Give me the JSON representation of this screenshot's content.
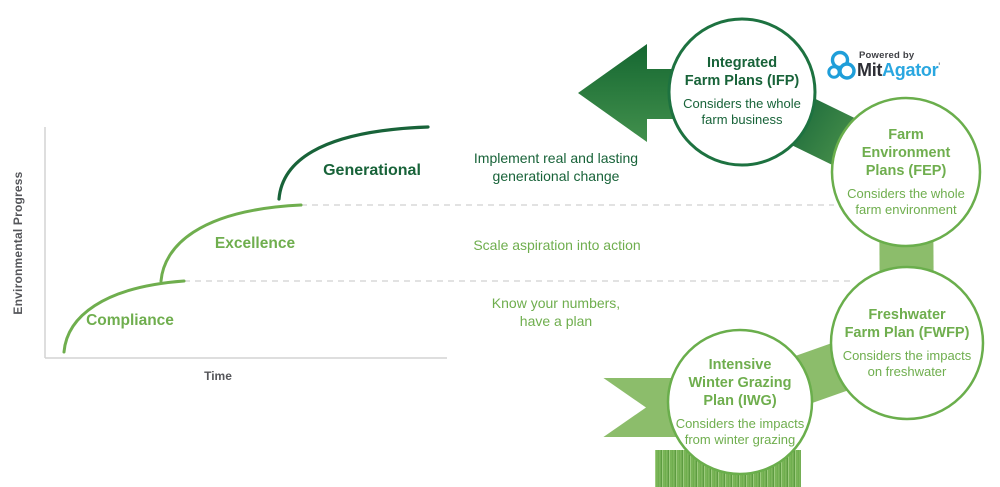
{
  "chart": {
    "y_axis_label": "Environmental Progress",
    "x_axis_label": "Time",
    "stages": {
      "compliance": "Compliance",
      "excellence": "Excellence",
      "generational": "Generational"
    },
    "curve_colors": {
      "compliance": "#6fae4e",
      "excellence": "#6fae4e",
      "generational": "#186339"
    }
  },
  "annotations": {
    "generational": {
      "line1": "Implement real and lasting",
      "line2": "generational change"
    },
    "excellence": {
      "line1": "Scale aspiration into action"
    },
    "compliance": {
      "line1": "Know your numbers,",
      "line2": "have a plan"
    }
  },
  "plans": [
    {
      "id": "ifp",
      "title_lines": [
        "Integrated",
        "Farm Plans (IFP)"
      ],
      "desc_lines": [
        "Considers the whole",
        "farm business"
      ],
      "accent": "#186339"
    },
    {
      "id": "fep",
      "title_lines": [
        "Farm",
        "Environment",
        "Plans (FEP)"
      ],
      "desc_lines": [
        "Considers the whole",
        "farm environment"
      ],
      "accent": "#6fae4e"
    },
    {
      "id": "fwfp",
      "title_lines": [
        "Freshwater",
        "Farm Plan (FWFP)"
      ],
      "desc_lines": [
        "Considers the impacts",
        "on freshwater"
      ],
      "accent": "#6fae4e"
    },
    {
      "id": "iwg",
      "title_lines": [
        "Intensive",
        "Winter Grazing",
        "Plan (IWG)"
      ],
      "desc_lines": [
        "Considers the impacts",
        "from winter grazing"
      ],
      "accent": "#6fae4e"
    }
  ],
  "logo": {
    "powered_by": "Powered by",
    "brand_dark": "Mit",
    "brand_blue": "Agator",
    "tm": "'",
    "blue": "#2aa7e0"
  },
  "colors": {
    "dark_green": "#186339",
    "medium_green": "#6fae4e",
    "connector_green": "#8cbd6b",
    "axis_gray": "#d4d4d4",
    "dash_gray": "#d8d8d8",
    "label_gray": "#55565a"
  }
}
